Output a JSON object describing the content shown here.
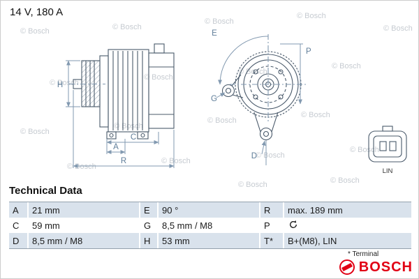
{
  "header": {
    "rating": "14 V, 180 A"
  },
  "watermark": {
    "text": "© Bosch"
  },
  "drawing": {
    "dim_labels": {
      "H": "H",
      "A": "A",
      "C": "C",
      "R": "R",
      "E": "E",
      "G": "G",
      "P": "P",
      "D": "D"
    },
    "connector_label": "LIN"
  },
  "table": {
    "title": "Technical Data",
    "rows": [
      {
        "cells": [
          {
            "k": "A",
            "v": "21 mm"
          },
          {
            "k": "E",
            "v": "90 °"
          },
          {
            "k": "R",
            "v": "max. 189 mm"
          }
        ]
      },
      {
        "cells": [
          {
            "k": "C",
            "v": "59 mm"
          },
          {
            "k": "G",
            "v": "8,5 mm / M8"
          },
          {
            "k": "P",
            "v": "",
            "icon": "rotation-cw-icon"
          }
        ]
      },
      {
        "cells": [
          {
            "k": "D",
            "v": "8,5 mm / M8"
          },
          {
            "k": "H",
            "v": "53 mm"
          },
          {
            "k": "T*",
            "v": "B+(M8), LIN"
          }
        ]
      }
    ],
    "footnote": "* Terminal"
  },
  "brand": {
    "wordmark": "BOSCH",
    "color": "#e10014"
  },
  "colors": {
    "accent_red": "#e10014",
    "row_shade": "#d9e2ec",
    "drawing_stroke": "#49596a",
    "dimension_stroke": "#8299b0",
    "watermark_gray": "#c6cbd1"
  }
}
